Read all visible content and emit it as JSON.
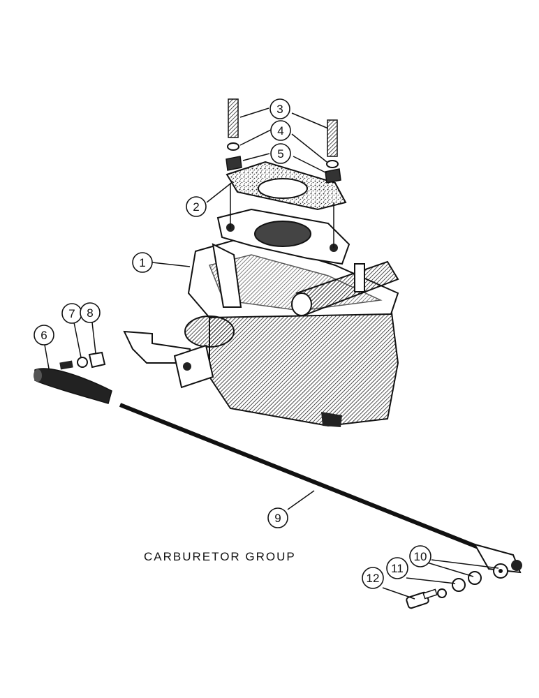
{
  "caption": "CARBURETOR GROUP",
  "callouts": [
    {
      "id": "c1",
      "label": "1"
    },
    {
      "id": "c2",
      "label": "2"
    },
    {
      "id": "c3",
      "label": "3"
    },
    {
      "id": "c4",
      "label": "4"
    },
    {
      "id": "c5",
      "label": "5"
    },
    {
      "id": "c6",
      "label": "6"
    },
    {
      "id": "c7",
      "label": "7"
    },
    {
      "id": "c8",
      "label": "8"
    },
    {
      "id": "c9",
      "label": "9"
    },
    {
      "id": "c10",
      "label": "10"
    },
    {
      "id": "c11",
      "label": "11"
    },
    {
      "id": "c12",
      "label": "12"
    }
  ]
}
